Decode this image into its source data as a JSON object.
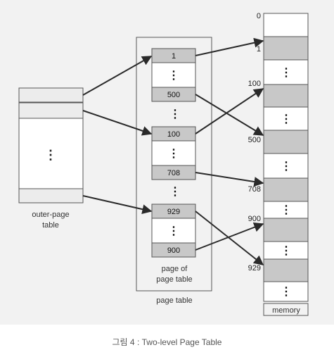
{
  "outer_table": {
    "label_line1": "outer-page",
    "label_line2": "table",
    "dots": "⋮"
  },
  "page_table": {
    "label": "page table",
    "inner_label_line1": "page of",
    "inner_label_line2": "page table",
    "group1": {
      "top": "1",
      "bottom": "500"
    },
    "group2": {
      "top": "100",
      "bottom": "708"
    },
    "group3": {
      "top": "929",
      "bottom": "900"
    },
    "dots": "⋮"
  },
  "memory": {
    "label": "memory",
    "frames": {
      "f0": "0",
      "f1": "1",
      "f100": "100",
      "f500": "500",
      "f708": "708",
      "f900": "900",
      "f929": "929"
    },
    "dots": "⋮"
  },
  "caption": "그림 4 : Two-level Page Table",
  "colors": {
    "background": "#f2f2f2",
    "gray_cell": "#c8c8c8",
    "light_cell": "#ececec",
    "white_cell": "#ffffff",
    "line": "#2a2a2a"
  }
}
